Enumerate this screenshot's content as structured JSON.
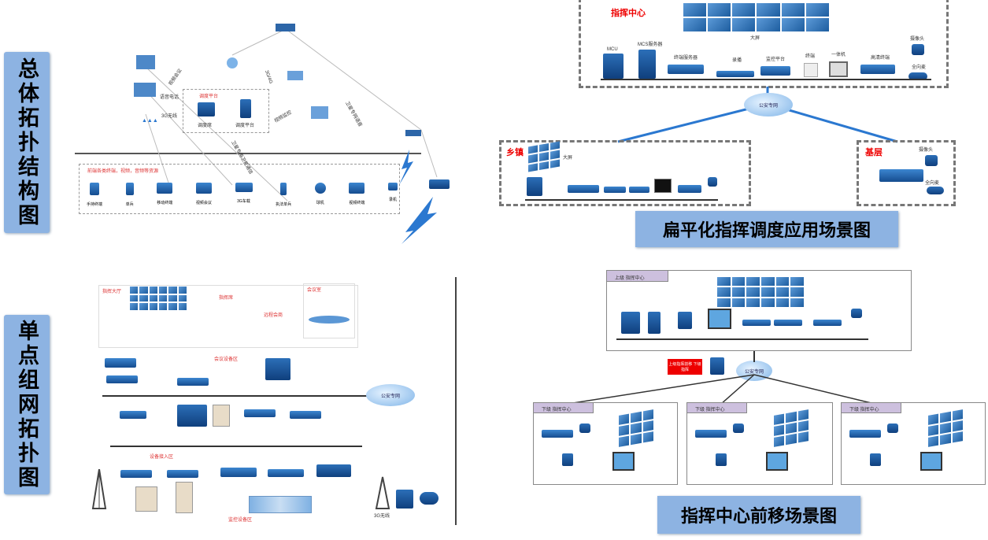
{
  "side_labels": {
    "overall": "总体拓扑结构图",
    "single": "单点组网拓扑图"
  },
  "captions": {
    "flat": "扁平化指挥调度应用场景图",
    "forward": "指挥中心前移场景图"
  },
  "flat_scene": {
    "command_center": "指挥中心",
    "township": "乡镇",
    "grassroots": "基层",
    "big_screen": "大屏",
    "network": "公安专网",
    "devices": [
      "MCU",
      "MCS服务器",
      "终端服务器",
      "录播",
      "监控平台",
      "终端",
      "一体机",
      "高清终端"
    ],
    "camera": "摄像头",
    "mic": "全向麦"
  },
  "overall": {
    "dispatch_platform": "调度平台",
    "dispatch_desk": "调度席",
    "dispatch_platform_dev": "调度平台",
    "terminal_area": "前端各类终端，视频，音频等资源",
    "terminals": [
      "手持终端",
      "单兵",
      "移动终端",
      "视频会议",
      "3G车载",
      "执法单兵",
      "球机",
      "视频终端",
      "录机"
    ],
    "tags": [
      "视频会议",
      "语音电话",
      "3G无线",
      "视频监控",
      "3G/4G",
      "卫星专网语音",
      "卫星专用卫星通信"
    ]
  },
  "single": {
    "hall": "指挥大厅",
    "desk": "指挥席",
    "meeting": "会议室",
    "remote": "远程会商",
    "conf_zone": "会议设备区",
    "access_zone": "设备接入区",
    "monitor_zone": "监控设备区",
    "net": "公安专网",
    "wireless": "3G无线"
  },
  "forward_scene": {
    "upper": "上级 指挥中心",
    "lower": "下级 指挥中心",
    "tag": "上级指挥前移 下级指挥"
  }
}
